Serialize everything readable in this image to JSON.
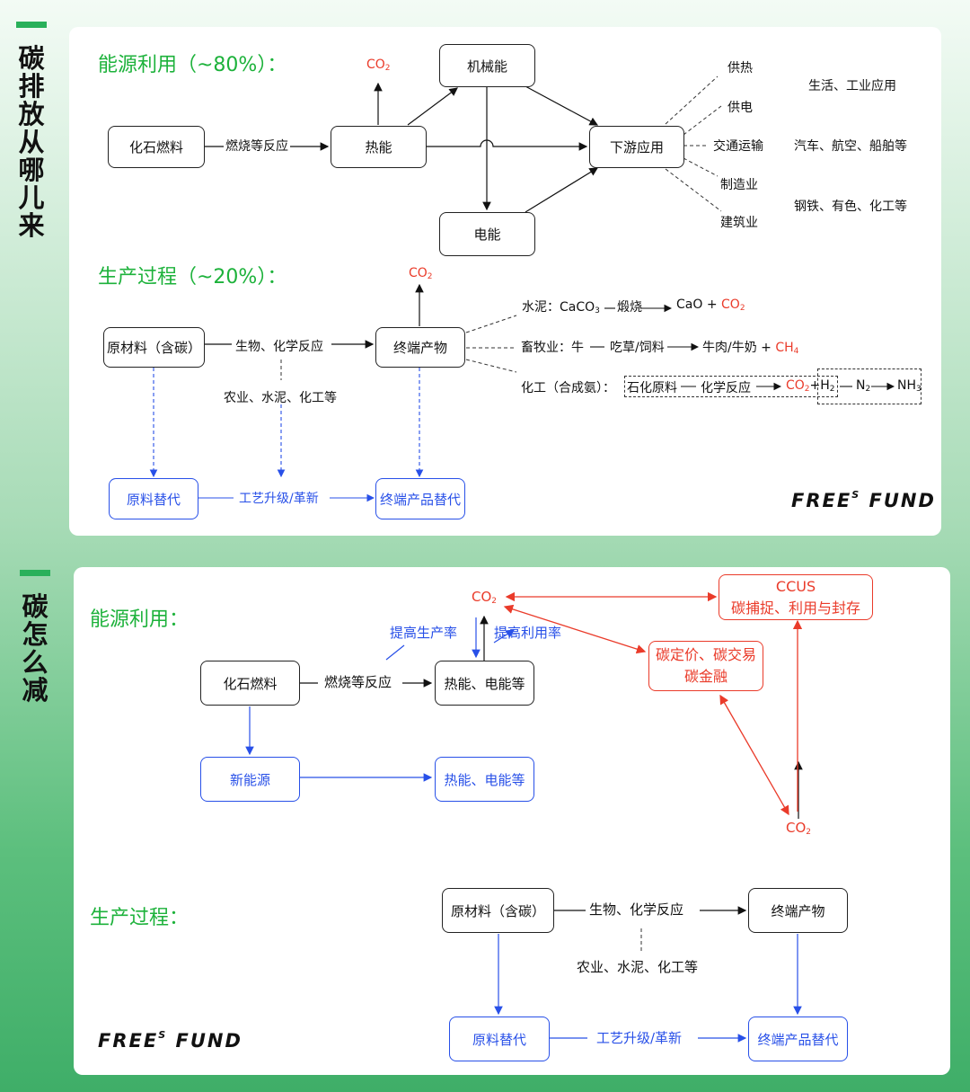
{
  "side": {
    "top_title": "碳排放从哪儿来",
    "bottom_title": "碳怎么减"
  },
  "brand": {
    "name_left": "FREE",
    "name_sup": "S",
    "name_right": "FUND"
  },
  "top": {
    "energy_title": "能源利用（~80%）：",
    "fossil": "化石燃料",
    "burn": "燃烧等反应",
    "heat": "热能",
    "co2": "CO",
    "co2_sub": "2",
    "mech": "机械能",
    "elec": "电能",
    "downstream": "下游应用",
    "uses": [
      "供热",
      "供电",
      "交通运输",
      "制造业",
      "建筑业"
    ],
    "notes": [
      "生活、工业应用",
      "汽车、航空、船舶等",
      "钢铁、有色、化工等"
    ],
    "process_title": "生产过程（~20%）：",
    "raw": "原材料（含碳）",
    "reaction": "生物、化学反应",
    "end": "终端产物",
    "industries": "农业、水泥、化工等",
    "cement": {
      "label": "水泥：CaCO",
      "sub": "3",
      "mid": "煅烧",
      "cao": "CaO + ",
      "co2": "CO",
      "co2_sub": "2"
    },
    "livestock": {
      "label": "畜牧业：牛",
      "mid": "吃草/饲料",
      "out": "牛肉/牛奶 + ",
      "ch4": "CH",
      "ch4_sub": "4"
    },
    "chem": {
      "label": "化工（合成氨）：",
      "raw": "石化原料",
      "mid": "化学反应",
      "co2": "CO",
      "co2_sub": "2",
      "plus": "+",
      "h2": "H",
      "h2_sub": "2",
      "n2": "N",
      "n2_sub": "2",
      "nh3": "NH",
      "nh3_sub": "3"
    },
    "raw_sub": "原料替代",
    "process_up": "工艺升级/革新",
    "end_sub": "终端产品替代"
  },
  "bottom": {
    "energy_title": "能源利用：",
    "fossil": "化石燃料",
    "burn": "燃烧等反应",
    "heat_elec": "热能、电能等",
    "new_energy": "新能源",
    "heat_elec2": "热能、电能等",
    "co2_label": "CO",
    "co2_sub": "2",
    "improve_prod": "提高生产率",
    "improve_use": "提高利用率",
    "ccus_title": "CCUS",
    "ccus_sub": "碳捕捉、利用与封存",
    "pricing_1": "碳定价、碳交易",
    "pricing_2": "碳金融",
    "process_title": "生产过程：",
    "raw": "原材料（含碳）",
    "reaction": "生物、化学反应",
    "end": "终端产物",
    "industries": "农业、水泥、化工等",
    "raw_sub": "原料替代",
    "process_up": "工艺升级/革新",
    "end_sub": "终端产品替代"
  }
}
